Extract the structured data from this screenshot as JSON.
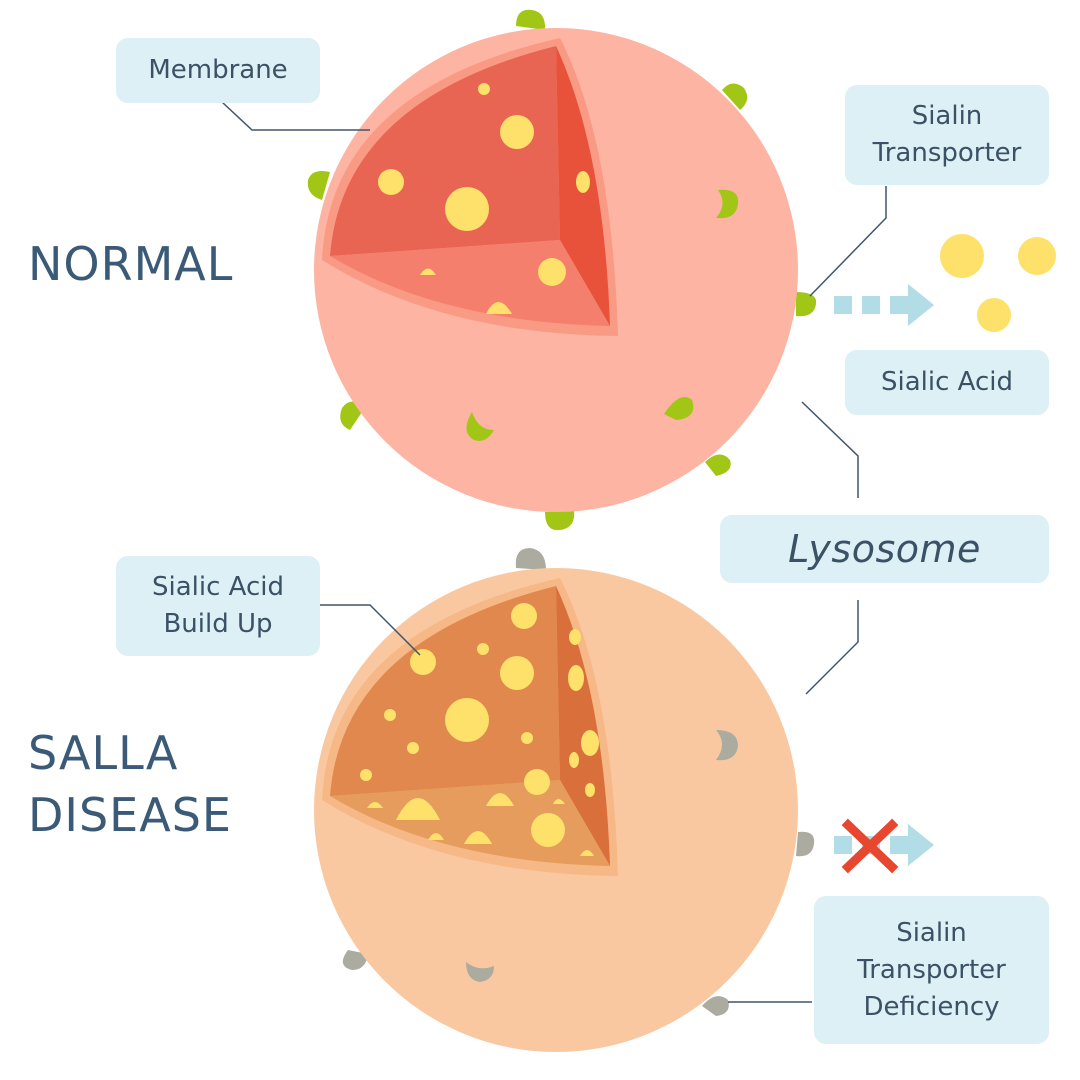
{
  "labels": {
    "membrane": "Membrane",
    "sialin_transporter": [
      "Sialin",
      "Transporter"
    ],
    "sialic_acid": "Sialic Acid",
    "lysosome": "Lysosome",
    "sialic_acid_build_up": [
      "Sialic Acid",
      "Build Up"
    ],
    "sialin_transporter_deficiency": [
      "Sialin",
      "Transporter",
      "Deficiency"
    ]
  },
  "titles": {
    "normal": "NORMAL",
    "disease": [
      "SALLA",
      "DISEASE"
    ]
  },
  "colors": {
    "normal_sphere": "#fdb4a2",
    "normal_outer_rim": "#f99a85",
    "normal_back_face": "#e86553",
    "normal_side_face": "#e8523b",
    "normal_bottom_face": "#f57f6d",
    "disease_sphere": "#fac8a0",
    "disease_outer_rim": "#f6b887",
    "disease_back_face": "#e0884d",
    "disease_side_face": "#d96f3b",
    "disease_bottom_face": "#e59c5c",
    "sialic_acid": "#fde16a",
    "working_transporter": "#a2c615",
    "deficient_transporter": "#ababa0",
    "arrow": "#b2dce6",
    "blocked_x": "#e8472f",
    "leader_line": "#3f566b",
    "label_background": "#ddf0f5",
    "label_text": "#3b5266",
    "title_text": "#3b5a78"
  }
}
